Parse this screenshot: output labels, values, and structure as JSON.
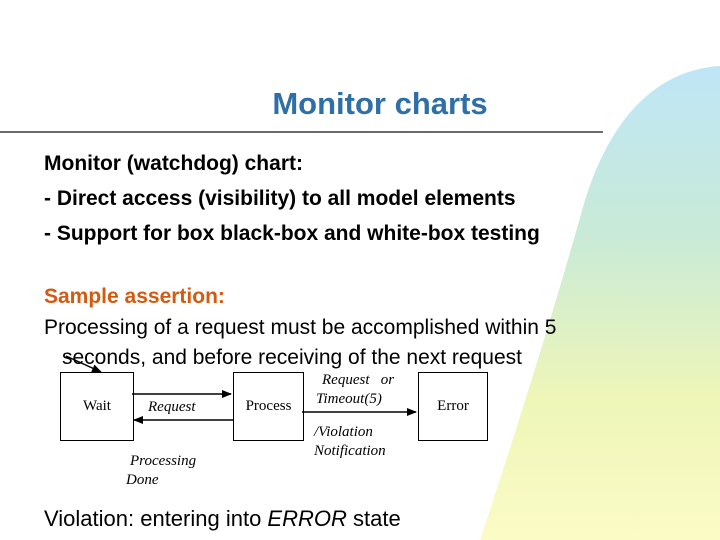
{
  "slide": {
    "title": "Monitor charts",
    "intro_line": "Monitor (watchdog) chart:",
    "bullet_1": "- Direct access (visibility) to all model elements",
    "bullet_2": "- Support for box black-box and white-box testing",
    "sample_heading": "Sample assertion:",
    "sample_text_1": "Processing of a request must be accomplished within 5",
    "sample_text_2": "seconds, and before receiving of the next request",
    "footer_prefix": "Violation: entering into ",
    "footer_emph": "ERROR",
    "footer_suffix": " state"
  },
  "diagram": {
    "states": {
      "wait": "Wait",
      "process": "Process",
      "error": "Error"
    },
    "transitions": {
      "request": "Request",
      "processing_1": "Processing",
      "processing_2": "Done",
      "req_timeout_1": "Request   or",
      "req_timeout_2": "Timeout(5)",
      "violation_1": "/Violation",
      "violation_2": "Notification"
    }
  },
  "colors": {
    "title": "#2e6fa8",
    "accent": "#d45a10"
  }
}
